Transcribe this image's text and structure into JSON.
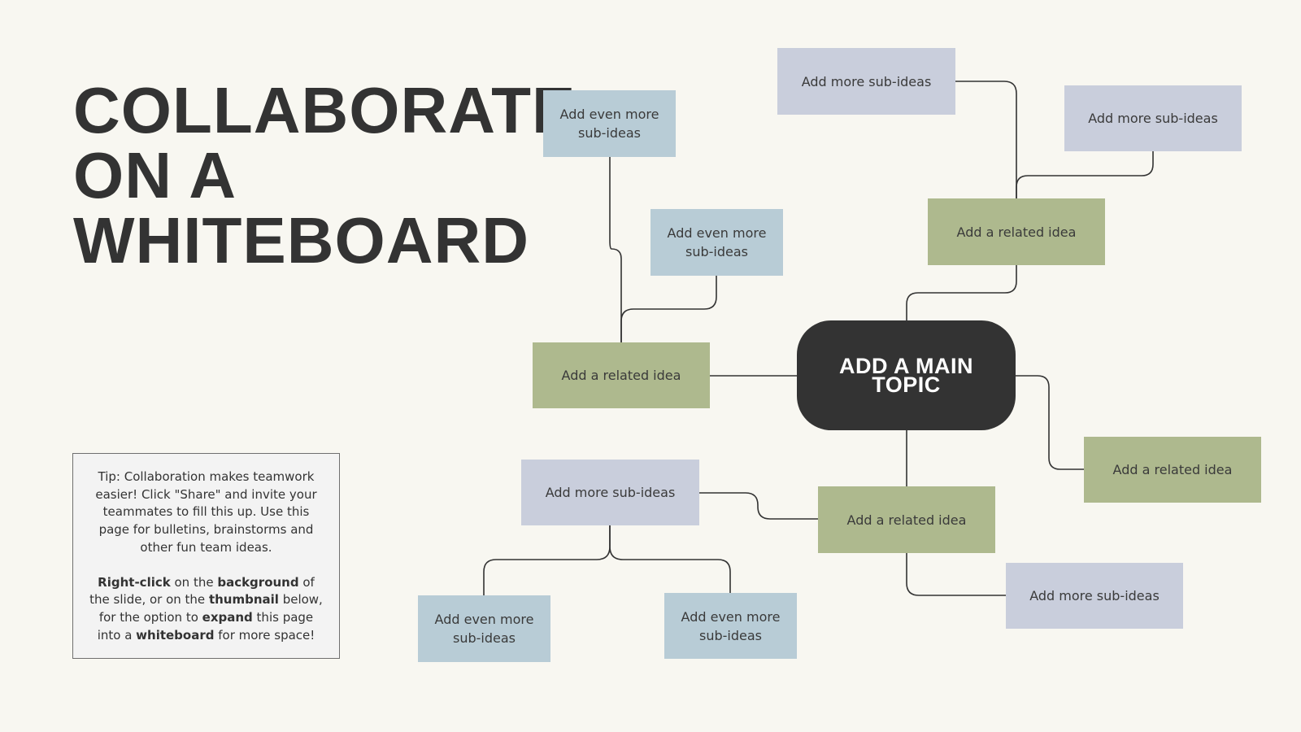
{
  "background": "#f8f7f1",
  "colors": {
    "main": "#333333",
    "sub": "#c9cedc",
    "subsub": "#b8ccd6",
    "related": "#aeb98e",
    "connector": "#333333"
  },
  "title": {
    "lines": [
      "COLLABORATE",
      "ON A",
      "WHITEBOARD"
    ]
  },
  "mindmap": {
    "main_topic": "ADD A MAIN TOPIC",
    "related_left": "Add a related idea",
    "related_top_right": "Add a related idea",
    "related_right": "Add a related idea",
    "related_bottom": "Add a related idea",
    "sub_top": "Add more sub-ideas",
    "sub_top_right": "Add more sub-ideas",
    "sub_bottom_left": "Add more sub-ideas",
    "sub_bottom_right": "Add more sub-ideas",
    "subsub_top_left": "Add even more sub-ideas",
    "subsub_mid_left": "Add even more sub-ideas",
    "subsub_bottom_left": "Add even more sub-ideas",
    "subsub_bottom_mid": "Add even more sub-ideas"
  },
  "tip": {
    "paragraph1": "Tip: Collaboration makes teamwork easier! Click \"Share\" and invite your teammates to fill this up. Use this page for bulletins, brainstorms and other fun team ideas.",
    "p2_1": "Right-click",
    "p2_2": " on the ",
    "p2_3": "background",
    "p2_4": " of the slide, or on the ",
    "p2_5": "thumbnail",
    "p2_6": " below, for the option to ",
    "p2_7": "expand",
    "p2_8": " this page into a ",
    "p2_9": "whiteboard",
    "p2_10": " for more space!"
  }
}
